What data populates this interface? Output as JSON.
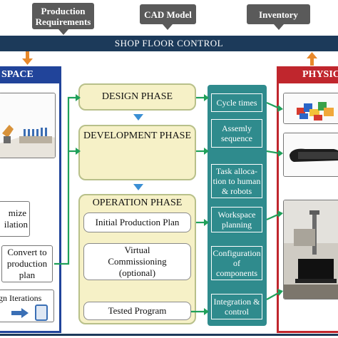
{
  "top": {
    "production_requirements": "Production Requirements",
    "cad_model": "CAD Model",
    "inventory": "Inventory",
    "shop_floor_control": "SHOP FLOOR CONTROL"
  },
  "left_panel": {
    "title": "SPACE",
    "mize_line1": "mize",
    "mize_line2": "ilation",
    "convert_text": "Convert to production plan",
    "iterations": "gn Iterations"
  },
  "phases": {
    "design": "DESIGN PHASE",
    "development": "DEVELOPMENT PHASE",
    "operation": "OPERATION PHASE",
    "initial_plan": "Initial Production Plan",
    "virtual_commissioning": "Virtual Commissioning (optional)",
    "tested_program": "Tested Program"
  },
  "outputs": [
    "Cycle times",
    "Assemly sequence",
    "Task alloca-tion to human & robots",
    "Workspace planning",
    "Configuration of components",
    "Integration & control"
  ],
  "right_panel": {
    "title": "PHYSIC"
  },
  "colors": {
    "banner": "#1c3a5a",
    "virtual_blue": "#21449a",
    "physical_red": "#c0262d",
    "phase_fill": "#f6f1c7",
    "teal": "#2f8b8d",
    "connector_green": "#1fa05a",
    "orange_arrow": "#e8892b",
    "callout_grey": "#5a5a5a"
  }
}
